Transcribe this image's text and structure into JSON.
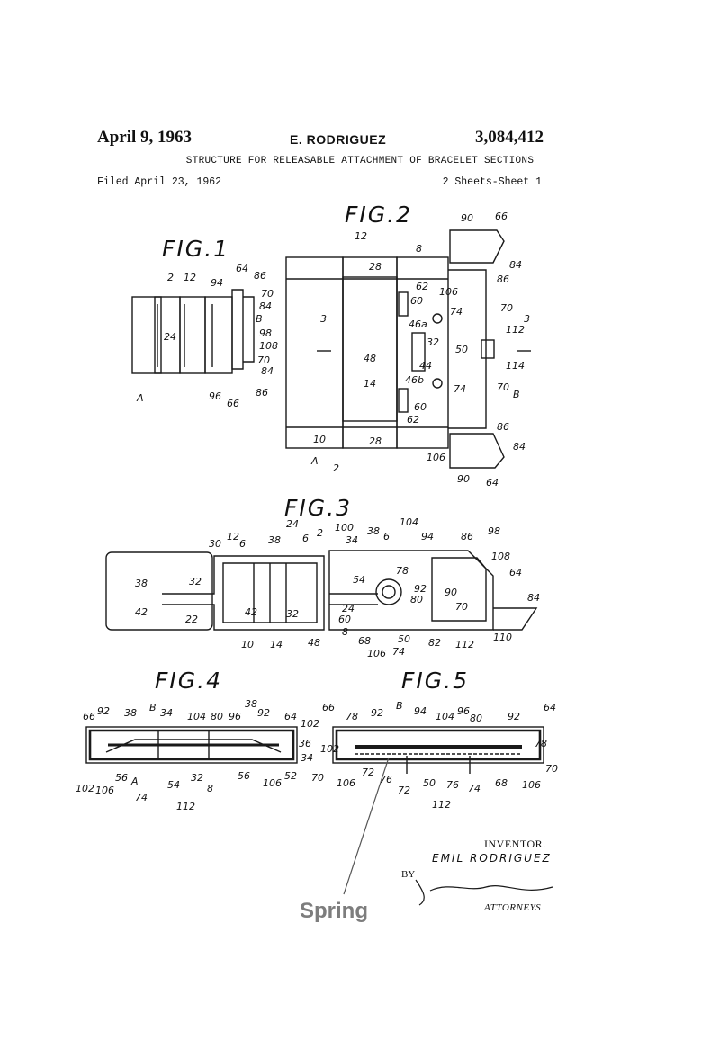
{
  "header": {
    "date": "April 9, 1963",
    "inventor_name": "E. RODRIGUEZ",
    "patent_number": "3,084,412",
    "title": "STRUCTURE FOR RELEASABLE ATTACHMENT OF BRACELET SECTIONS",
    "filed": "Filed April 23, 1962",
    "sheets": "2 Sheets-Sheet 1"
  },
  "figures": {
    "fig1": "FIG.1",
    "fig2": "FIG.2",
    "fig3": "FIG.3",
    "fig4": "FIG.4",
    "fig5": "FIG.5"
  },
  "signature": {
    "inventor_label": "INVENTOR.",
    "inventor": "EMIL RODRIGUEZ",
    "by": "BY",
    "attorneys_signature": "James and Franklin",
    "attorneys_label": "ATTORNEYS"
  },
  "annotation": {
    "label": "Spring",
    "color": "#7d7d7d"
  }
}
